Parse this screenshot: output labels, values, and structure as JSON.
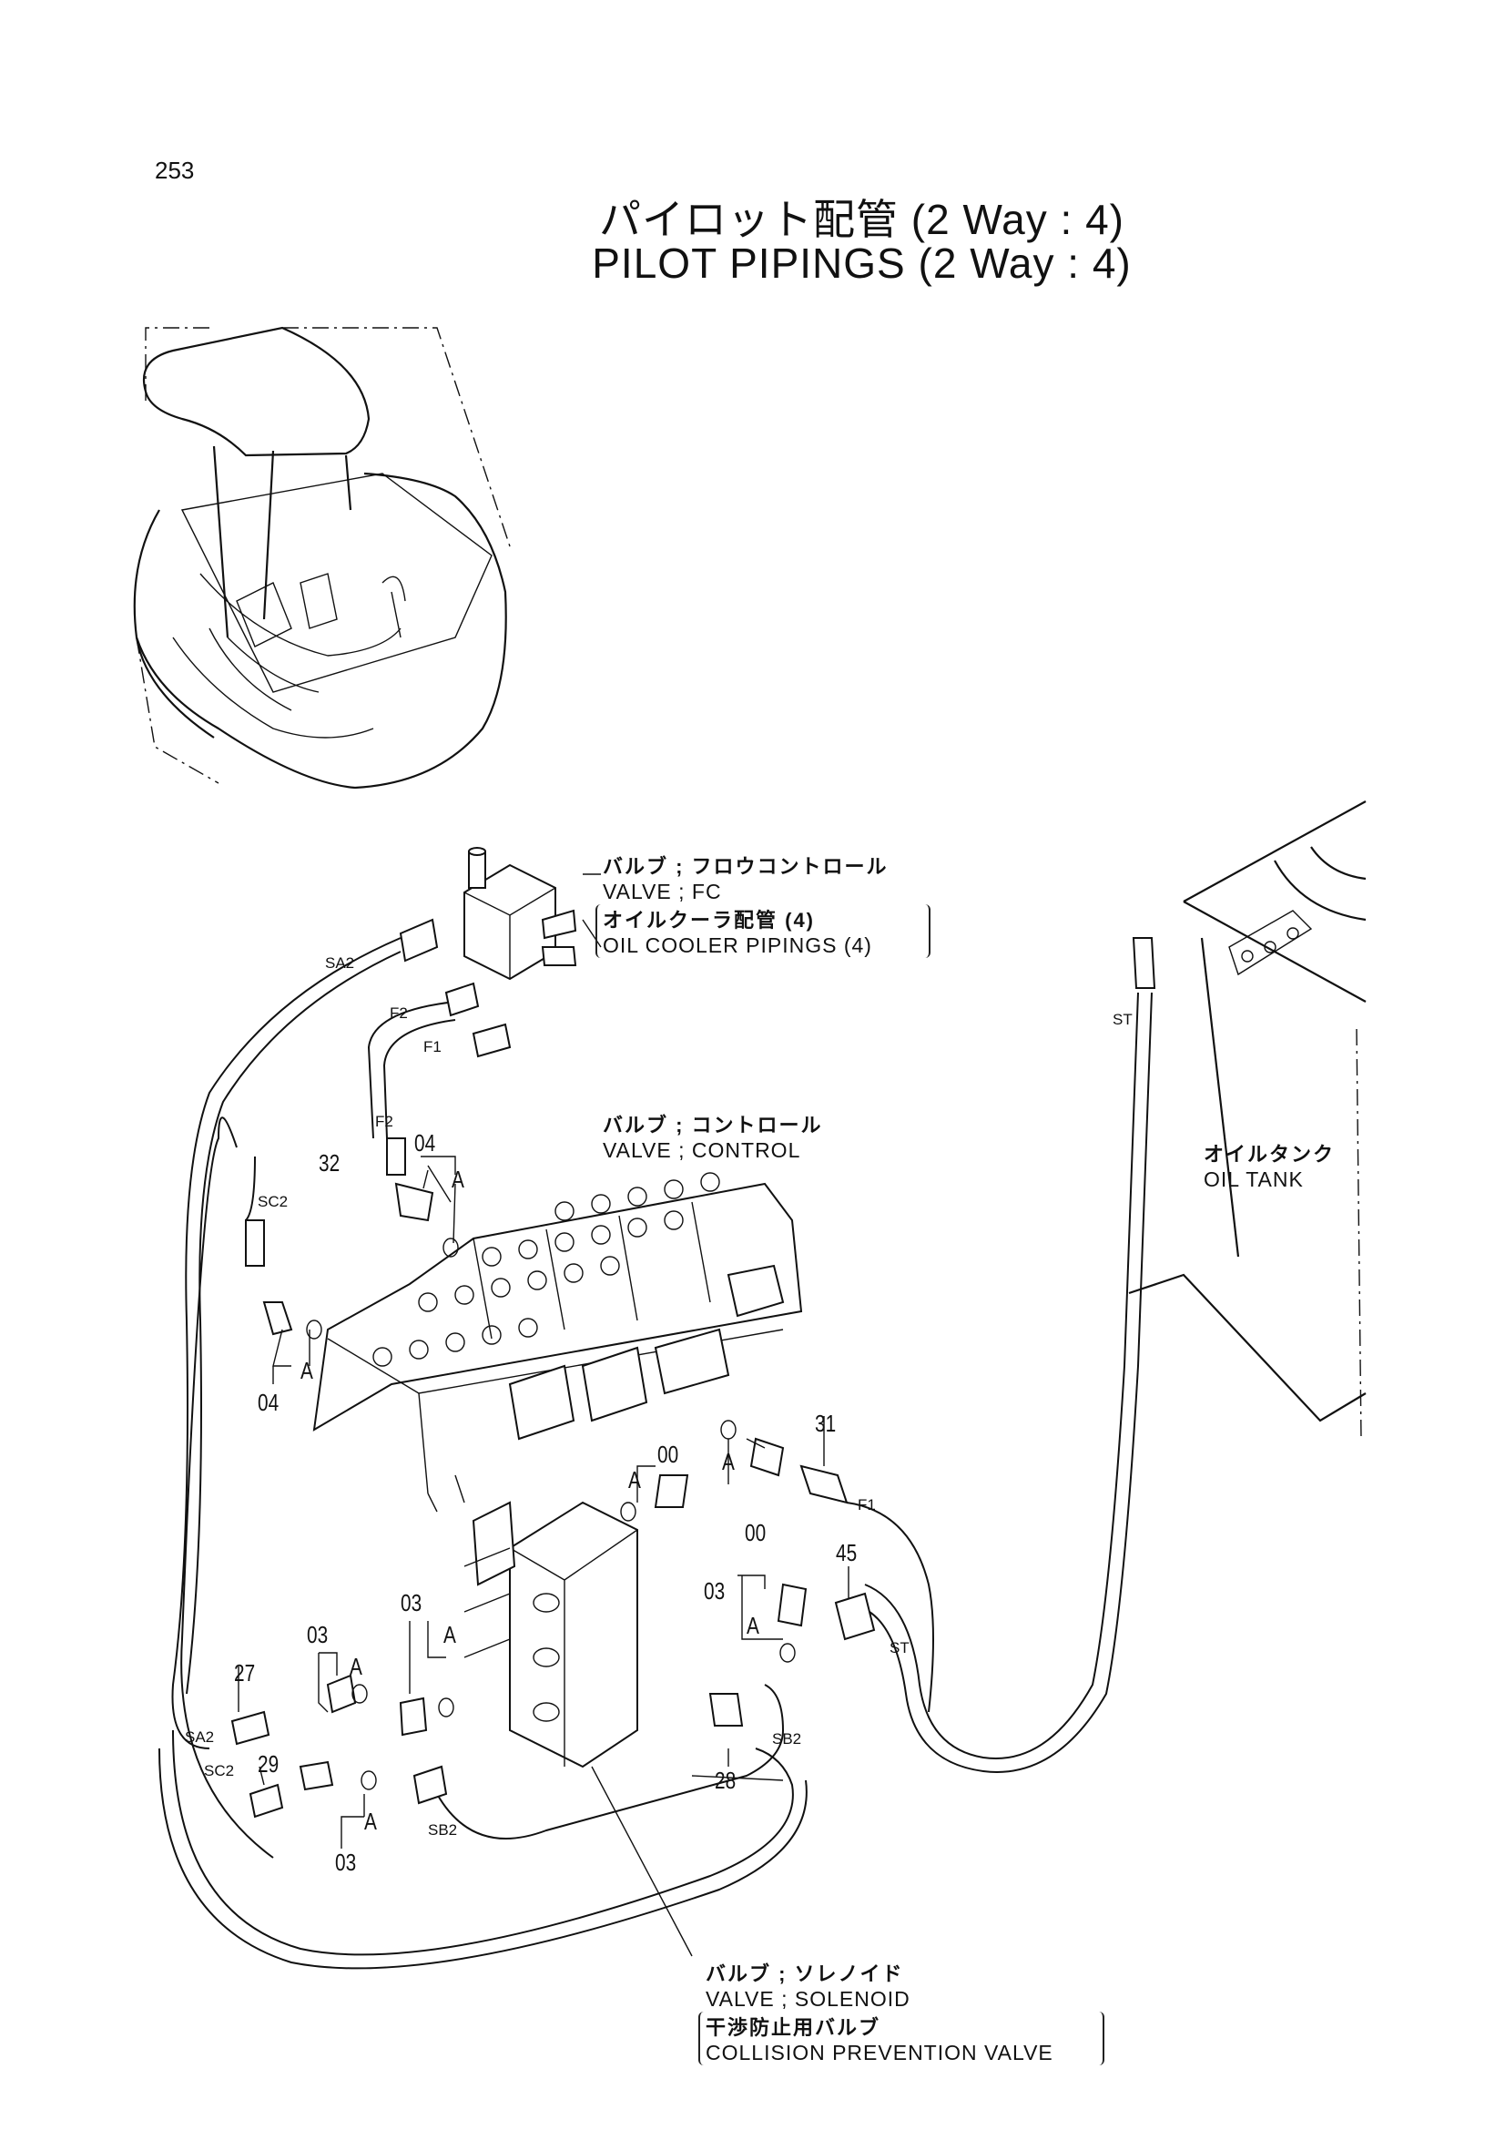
{
  "page_number": "253",
  "title_jp": "パイロット配管 (2 Way : 4)",
  "title_en": "PILOT PIPINGS (2 Way : 4)",
  "labels": {
    "fc_jp": "バルブ ; フロウコントロール",
    "fc_en": "VALVE ; FC",
    "cooler_jp": "オイルクーラ配管 (4)",
    "cooler_en": "OIL COOLER PIPINGS (4)",
    "control_jp": "バルブ ; コントロール",
    "control_en": "VALVE ; CONTROL",
    "tank_jp": "オイルタンク",
    "tank_en": "OIL TANK",
    "solenoid_jp": "バルブ ; ソレノイド",
    "solenoid_en": "VALVE ; SOLENOID",
    "collision_jp": "干渉防止用バルブ",
    "collision_en": "COLLISION PREVENTION VALVE"
  },
  "part_numbers": [
    "32",
    "04",
    "04",
    "31",
    "00",
    "00",
    "45",
    "03",
    "03",
    "03",
    "03",
    "27",
    "29",
    "28"
  ],
  "detail_marks": [
    "A",
    "A",
    "A",
    "A",
    "A",
    "A",
    "A",
    "A"
  ],
  "hose_tags": [
    "SA2",
    "F2",
    "F1",
    "F2",
    "SC2",
    "ST",
    "F1",
    "ST",
    "SA2",
    "SB2",
    "SC2",
    "SB2"
  ]
}
